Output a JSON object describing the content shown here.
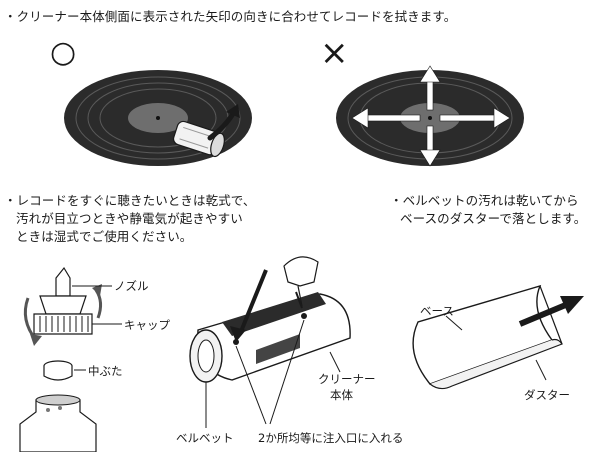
{
  "instructions": {
    "line1": "・クリーナー本体側面に表示された矢印の向きに合わせてレコードを拭きます。",
    "dry_line1": "・レコードをすぐに聴きたいときは乾式で、",
    "dry_line2": "汚れが目立つときや静電気が起きやすい",
    "dry_line3": "ときは湿式でご使用ください。",
    "velvet_line1": "・ベルベットの汚れは乾いてから",
    "velvet_line2": "ベースのダスターで落とします。"
  },
  "marks": {
    "correct": "○",
    "incorrect": "×"
  },
  "labels": {
    "nozzle": "ノズル",
    "cap": "キャップ",
    "inner_lid": "中ぶた",
    "velvet": "ベルベット",
    "cleaner_body_line1": "クリーナー",
    "cleaner_body_line2": "本体",
    "inject_points": "2か所均等に注入口に入れる",
    "base": "ベース",
    "duster": "ダスター"
  },
  "colors": {
    "ink": "#1a1a1a",
    "record": "#2b2b2b",
    "groove": "#5a5a5a",
    "label_area": "#6e6e6e",
    "paper": "#ffffff"
  }
}
